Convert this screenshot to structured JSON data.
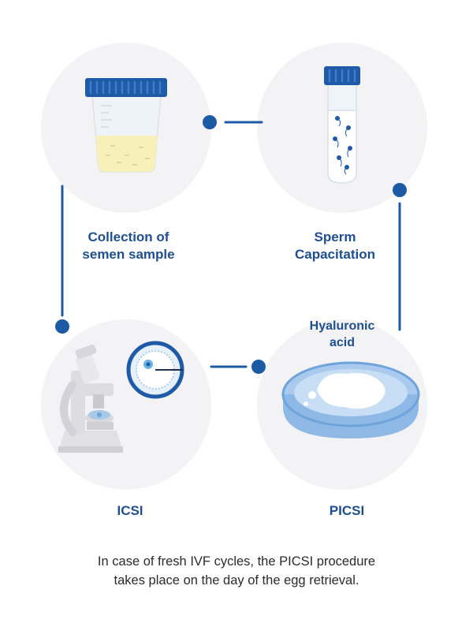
{
  "steps": {
    "collection": {
      "label": "Collection of\nsemen sample",
      "icon": "specimen-cup-icon"
    },
    "capacitation": {
      "label": "Sperm\nCapacitation",
      "icon": "test-tube-sperm-icon"
    },
    "icsi": {
      "label": "ICSI",
      "icon": "microscope-icon"
    },
    "picsi": {
      "label": "PICSI",
      "icon": "petri-dish-icon",
      "annotation": "Hyaluronic\nacid"
    }
  },
  "caption": "In case of fresh IVF cycles, the PICSI procedure\ntakes place on the day of the egg retrieval.",
  "colors": {
    "accent": "#1d5aa6",
    "circle_bg": "#f3f2f4",
    "label": "#1d4f91"
  }
}
